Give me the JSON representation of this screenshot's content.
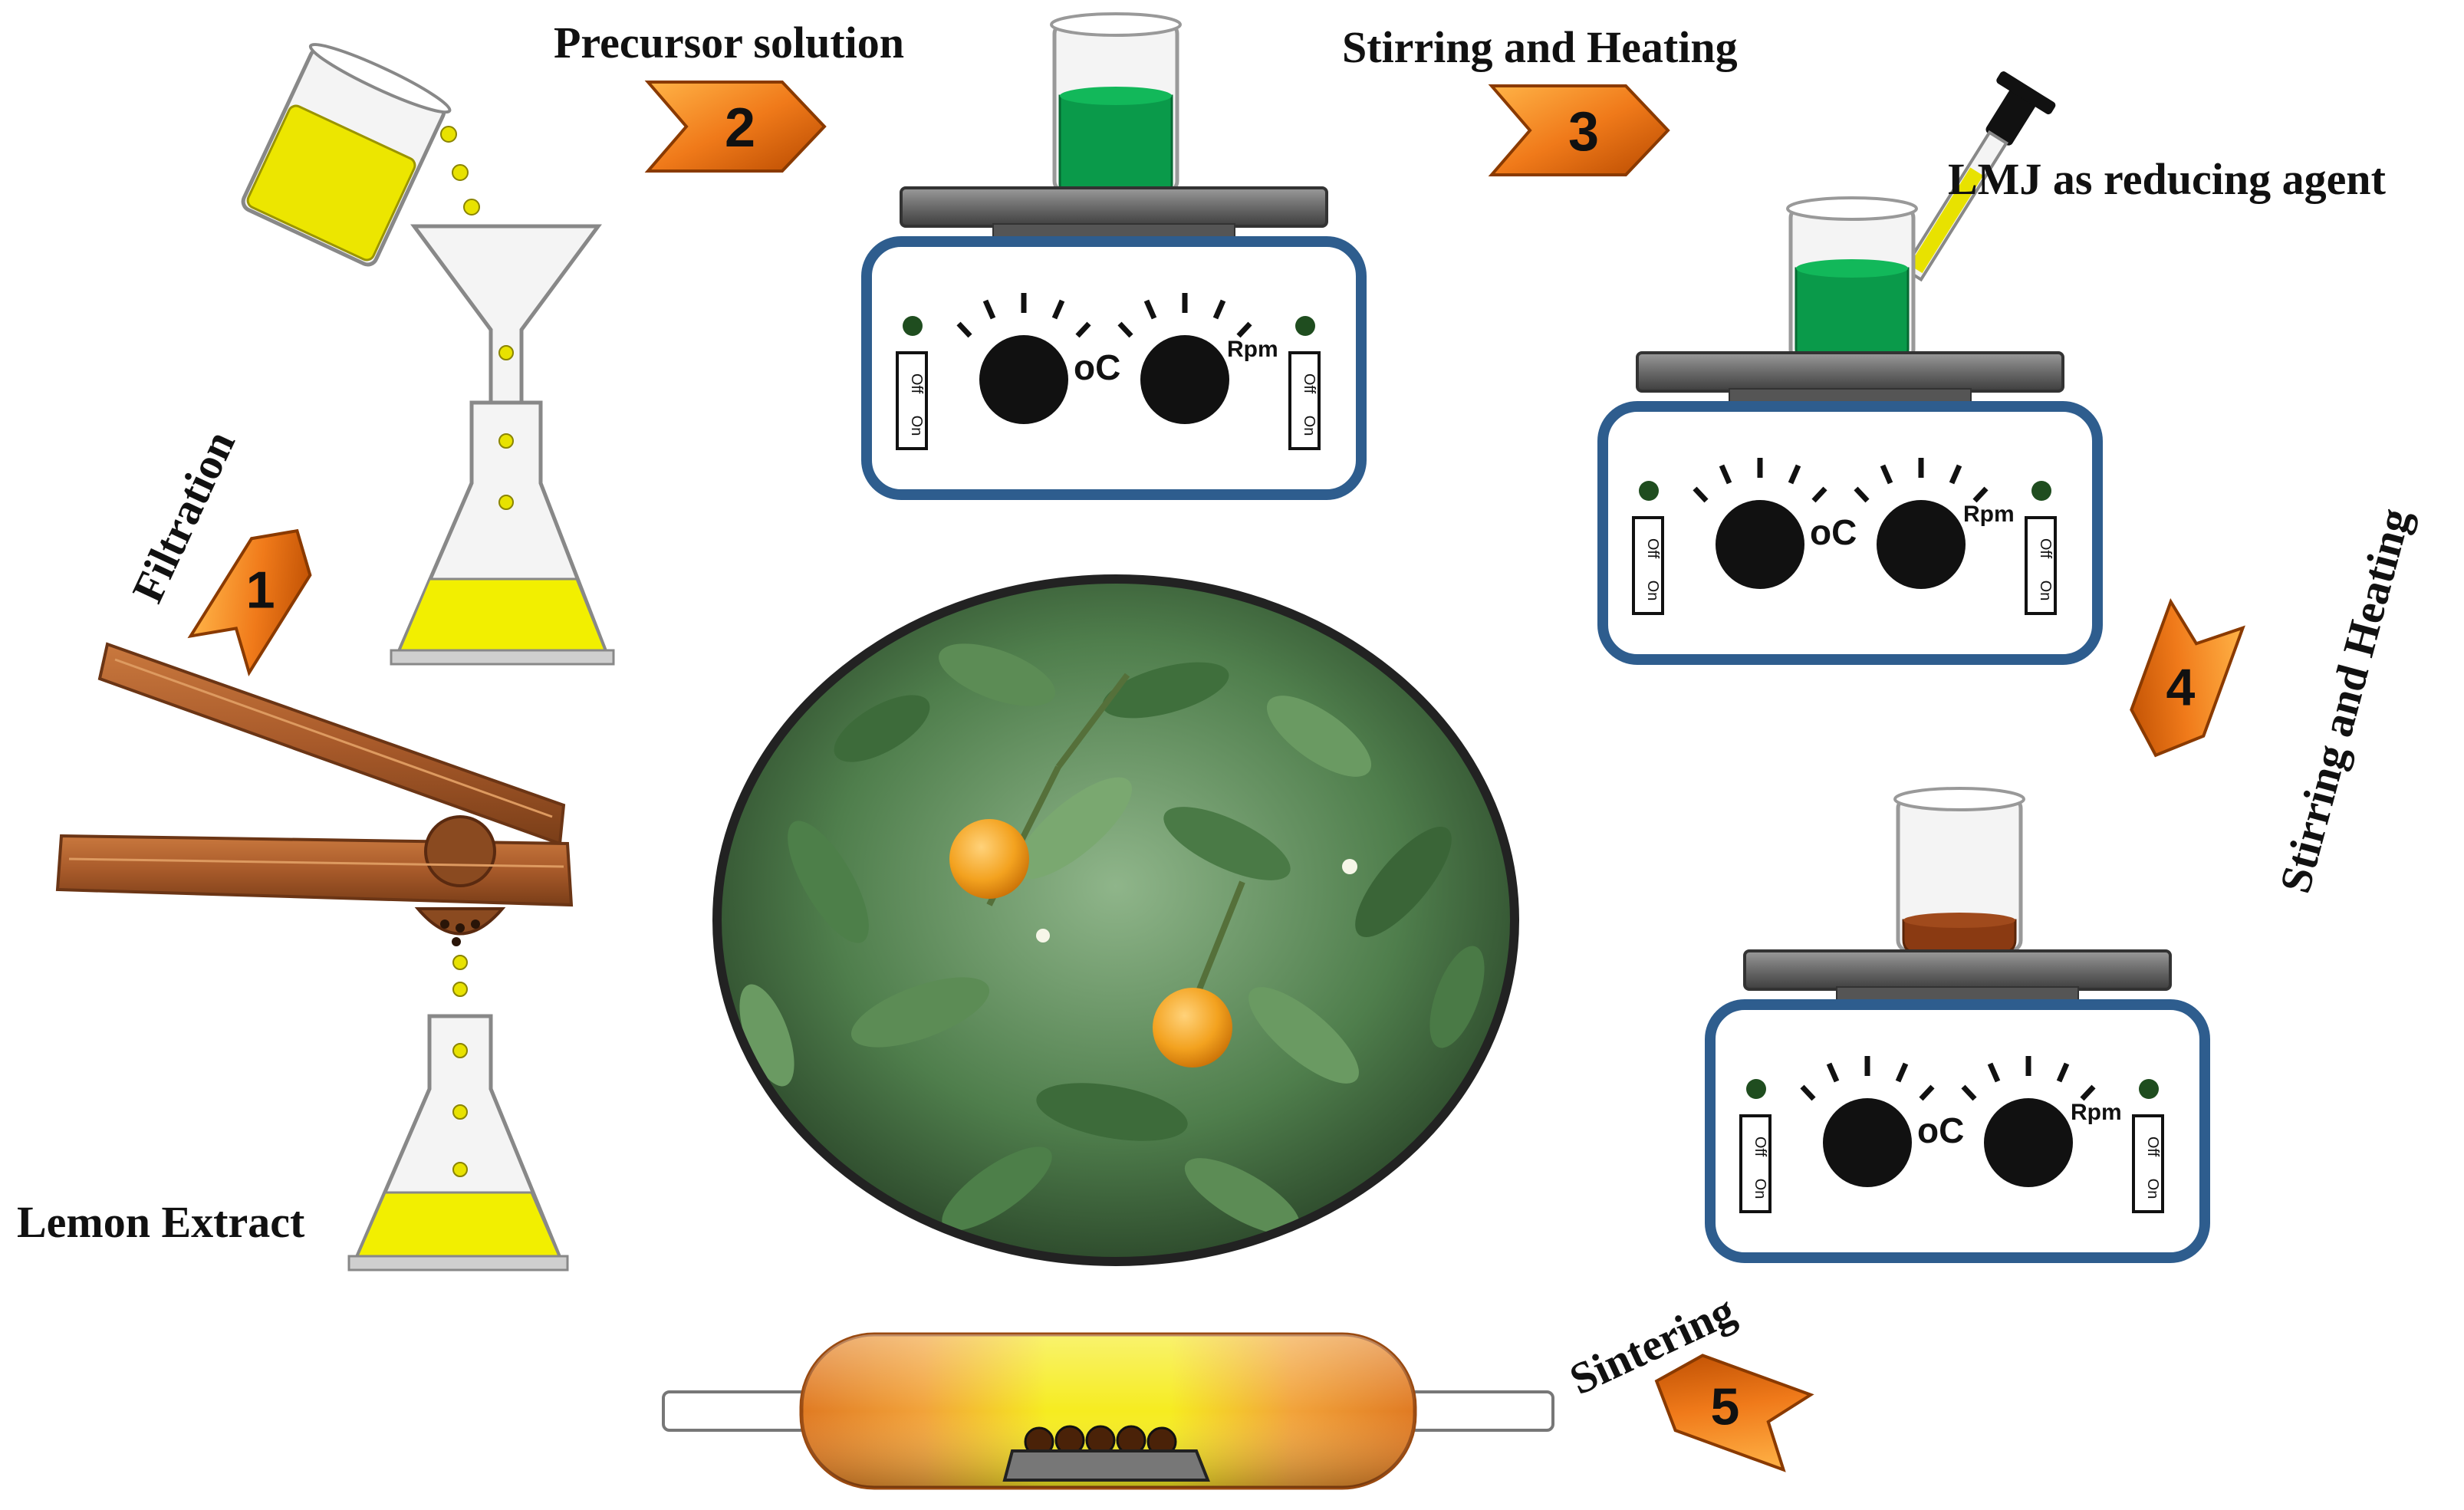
{
  "labels": {
    "precursor": "Precursor solution",
    "stirring_1": "Stirring and Heating",
    "lmj": "LMJ as reducing agent",
    "stirring_2": "Stirring and Heating",
    "filtration": "Filtration",
    "lemon_extract": "Lemon Extract",
    "sintering": "Sintering"
  },
  "steps": [
    "1",
    "2",
    "3",
    "4",
    "5"
  ],
  "hotplate": {
    "temp_unit": "oC",
    "speed_unit": "Rpm",
    "switch_on": "On",
    "switch_off": "Off"
  },
  "colors": {
    "arrow_orange": "#f07a1a",
    "extract_yellow": "#f2ef00",
    "precursor_green": "#0a9a4a",
    "product_brown": "#8a3a12",
    "hotplate_border": "#2e5d8e",
    "press_wood": "#a85a2a"
  }
}
